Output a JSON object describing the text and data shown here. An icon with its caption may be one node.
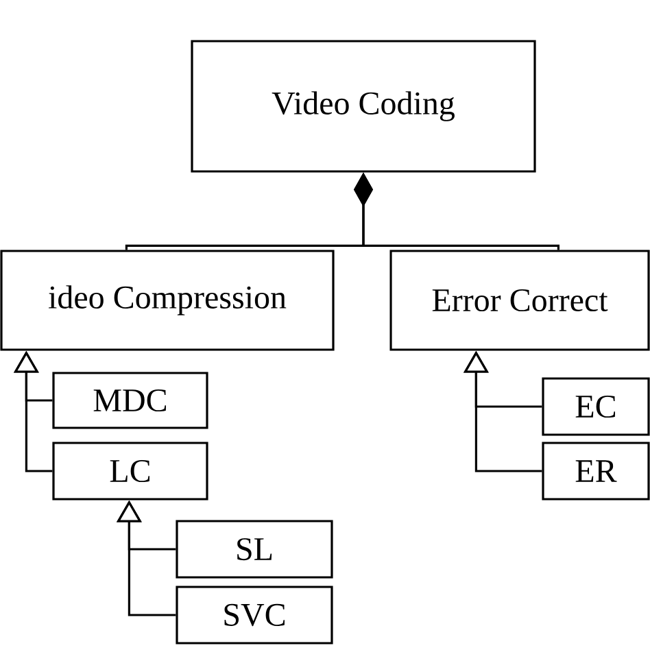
{
  "diagram": {
    "nodes": [
      {
        "text": [
          "Video Coding"
        ]
      },
      {
        "text": [
          "ideo Compression"
        ]
      },
      {
        "text": [
          "Error Correct"
        ]
      },
      {
        "text": [
          "MDC"
        ]
      },
      {
        "text": [
          "LC"
        ]
      },
      {
        "text": [
          "SL"
        ]
      },
      {
        "text": [
          "SVC"
        ]
      },
      {
        "text": [
          "EC"
        ]
      },
      {
        "text": [
          "ER"
        ]
      }
    ],
    "edges": [
      {
        "from": 1,
        "to": 0,
        "arrow": "other"
      },
      {
        "from": 2,
        "to": 0,
        "arrow": "other"
      },
      {
        "from": 3,
        "to": 1,
        "arrow": "to"
      },
      {
        "from": 4,
        "to": 1,
        "arrow": "to"
      },
      {
        "from": 5,
        "to": 4,
        "arrow": "to"
      },
      {
        "from": 6,
        "to": 4,
        "arrow": "to"
      },
      {
        "from": 7,
        "to": 2,
        "arrow": "to"
      },
      {
        "from": 8,
        "to": 2,
        "arrow": "to"
      }
    ]
  }
}
